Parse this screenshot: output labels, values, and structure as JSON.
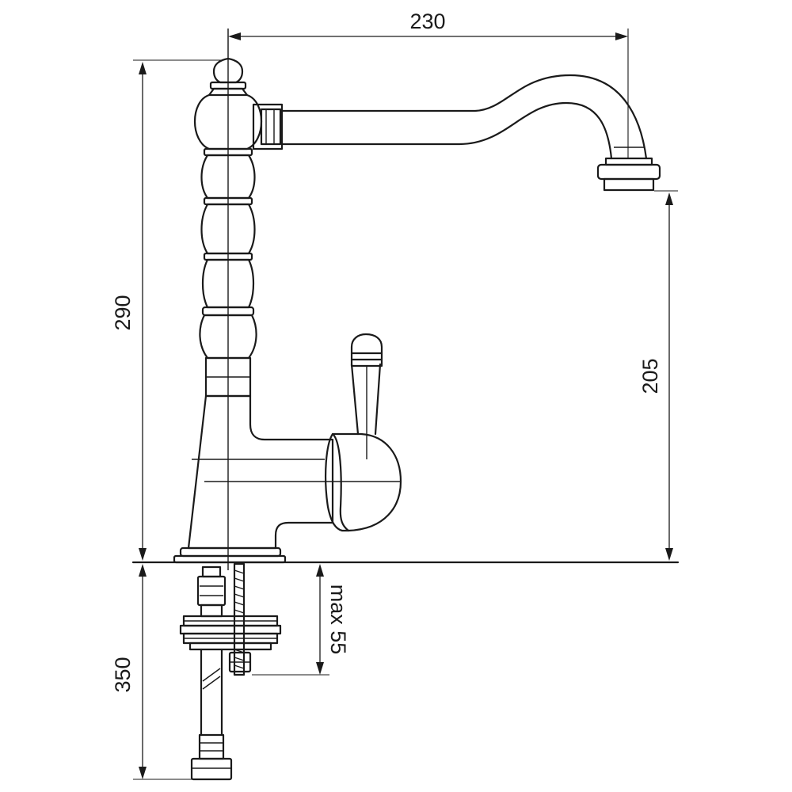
{
  "diagram": {
    "dimensions": {
      "spout_reach": "230",
      "total_height": "290",
      "spout_height": "205",
      "under_counter_length": "350",
      "max_counter_thickness": "max 55"
    },
    "colors": {
      "line": "#1a1a1a",
      "background": "#ffffff"
    }
  }
}
